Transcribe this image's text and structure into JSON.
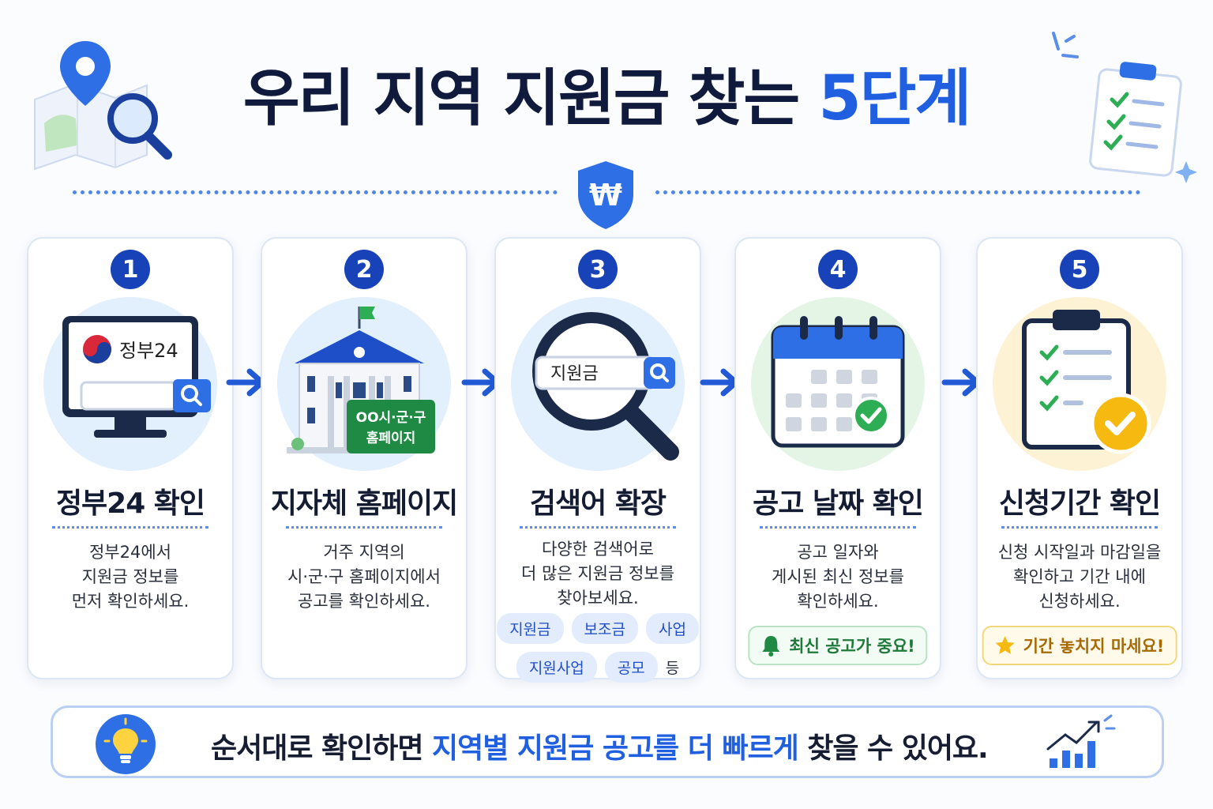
{
  "header": {
    "title_main": "우리 지역 지원금 찾는 ",
    "title_accent": "5단계",
    "map_icon": "map-pin-search-icon",
    "checklist_icon": "clipboard-checklist-icon",
    "center_icon": "won-shield-icon",
    "center_icon_symbol": "₩"
  },
  "steps": [
    {
      "number": "1",
      "title": "정부24 확인",
      "description": "정부24에서\n지원금 정보를\n먼저 확인하세요.",
      "illustration": "monitor-search-icon",
      "screen_label": "정부24"
    },
    {
      "number": "2",
      "title": "지자체 홈페이지",
      "description": "거주 지역의\n시·군·구 홈페이지에서\n공고를 확인하세요.",
      "illustration": "city-hall-icon",
      "sign_label_line1": "OO시·군·구",
      "sign_label_line2": "홈페이지"
    },
    {
      "number": "3",
      "title": "검색어 확장",
      "description": "다양한 검색어로\n더 많은 지원금 정보를\n찾아보세요.",
      "illustration": "magnifier-search-icon",
      "search_text": "지원금",
      "keywords_row1": [
        "지원금",
        "보조금",
        "사업"
      ],
      "keywords_row2": [
        "지원사업",
        "공모"
      ],
      "keywords_etc": "등"
    },
    {
      "number": "4",
      "title": "공고 날짜 확인",
      "description": "공고 일자와\n게시된 최신 정보를\n확인하세요.",
      "illustration": "calendar-check-icon",
      "note": "최신 공고가 중요!",
      "note_icon": "bell-icon"
    },
    {
      "number": "5",
      "title": "신청기간 확인",
      "description": "신청 시작일과 마감일을\n확인하고 기간 내에\n신청하세요.",
      "illustration": "clipboard-check-icon",
      "note": "기간 놓치지 마세요!",
      "note_icon": "star-icon"
    }
  ],
  "footer": {
    "text_before": "순서대로 확인하면 ",
    "text_highlight": "지역별 지원금 공고를 더 빠르게",
    "text_after": " 찾을 수 있어요.",
    "left_icon": "lightbulb-icon",
    "right_icon": "growth-chart-icon"
  },
  "colors": {
    "accent": "#1f5fe0",
    "step_badge": "#1842b8",
    "note_green": "#1f7a3a",
    "note_yellow": "#a66a05"
  }
}
